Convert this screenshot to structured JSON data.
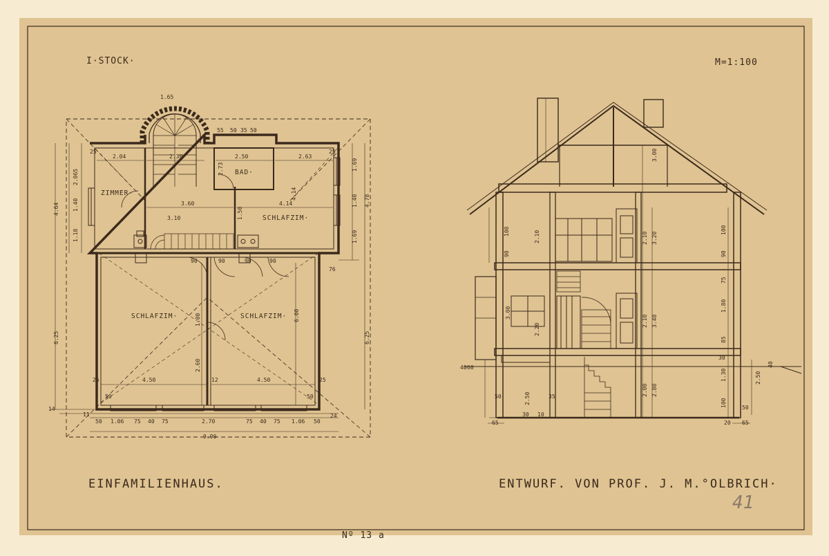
{
  "sheet": {
    "floor_label": "I·STOCK·",
    "scale_label": "M=1:100",
    "title_left": "EINFAMILIENHAUS.",
    "title_right": "ENTWURF. VON PROF. J. M.°OLBRICH·",
    "sheet_number": "Nº 13 a",
    "pencil_mark": "41"
  },
  "colors": {
    "paper": "#f7ecd2",
    "ink": "#3b2a1c",
    "board": "#dfc392"
  },
  "plan": {
    "rooms": {
      "zimmer": "ZIMMER·",
      "bad": "BAD·",
      "schlafzim_upper": "SCHLAFZIM·",
      "schlafzim_left": "SCHLAFZIM·",
      "schlafzim_right": "SCHLAFZIM·"
    },
    "dims": {
      "stair_radius": "1.65",
      "top_55a": "55",
      "top_50a": "50",
      "top_35": "35",
      "top_50b": "50",
      "zimmer_w": "2.04",
      "stair_w": "2.30",
      "bad_w": "2.50",
      "right_w": "2.63",
      "hall_w": "3.60",
      "room_w": "4.14",
      "left_a": "2.065",
      "left_b": "1.40",
      "left_c": "1.18",
      "left_total": "4.64",
      "left_full": "6.25",
      "right_a": "1.69",
      "right_b": "1.40",
      "right_c": "1.69",
      "right_total": "4.78",
      "right_full": "6.25",
      "d_414": "4.14",
      "d_273": "2.73",
      "d_150": "1.50",
      "d_310": "3.10",
      "d_100": "1.00",
      "d_260": "2.60",
      "d_600": "6.00",
      "d_90a": "90",
      "d_90b": "90",
      "d_90c": "90",
      "d_90d": "90",
      "d_76": "76",
      "d_12": "12",
      "room_l": "4.50",
      "room_r": "4.50",
      "b_50a": "50",
      "b_106a": "1.06",
      "b_75a": "75",
      "b_40a": "40",
      "b_75b": "75",
      "b_270": "2.70",
      "b_75c": "75",
      "b_40b": "40",
      "b_75d": "75",
      "b_106b": "1.06",
      "b_50b": "50",
      "total": "9.90",
      "c_25a": "25",
      "c_25b": "25",
      "c_25c": "25",
      "c_25d": "25",
      "c_50a": "50",
      "c_50b": "50",
      "c_14": "14",
      "c_24": "24",
      "c_11": "11"
    }
  },
  "section": {
    "dims": {
      "l_90a": "90",
      "l_100a": "100",
      "l_210": "2.10",
      "l_300": "3.00",
      "l_220": "2.20",
      "l_40": "40",
      "l_60": "60",
      "l_50": "50",
      "l_250": "2.50",
      "l_65": "65",
      "l_35": "35",
      "l_30a": "30",
      "l_10": "10",
      "c_300": "3.00",
      "c_320": "3.20",
      "c_210a": "2.10",
      "c_340": "3.40",
      "c_210b": "2.10",
      "c_200": "2.00",
      "c_280": "2.80",
      "r_100": "100",
      "r_90": "90",
      "r_75": "75",
      "r_180": "1.80",
      "r_85": "85",
      "r_130": "1.30",
      "r_100b": "100",
      "r_50": "50",
      "r_65": "65",
      "r_250": "2.50",
      "r_40": "40",
      "r_20": "20",
      "r_30": "30"
    }
  }
}
